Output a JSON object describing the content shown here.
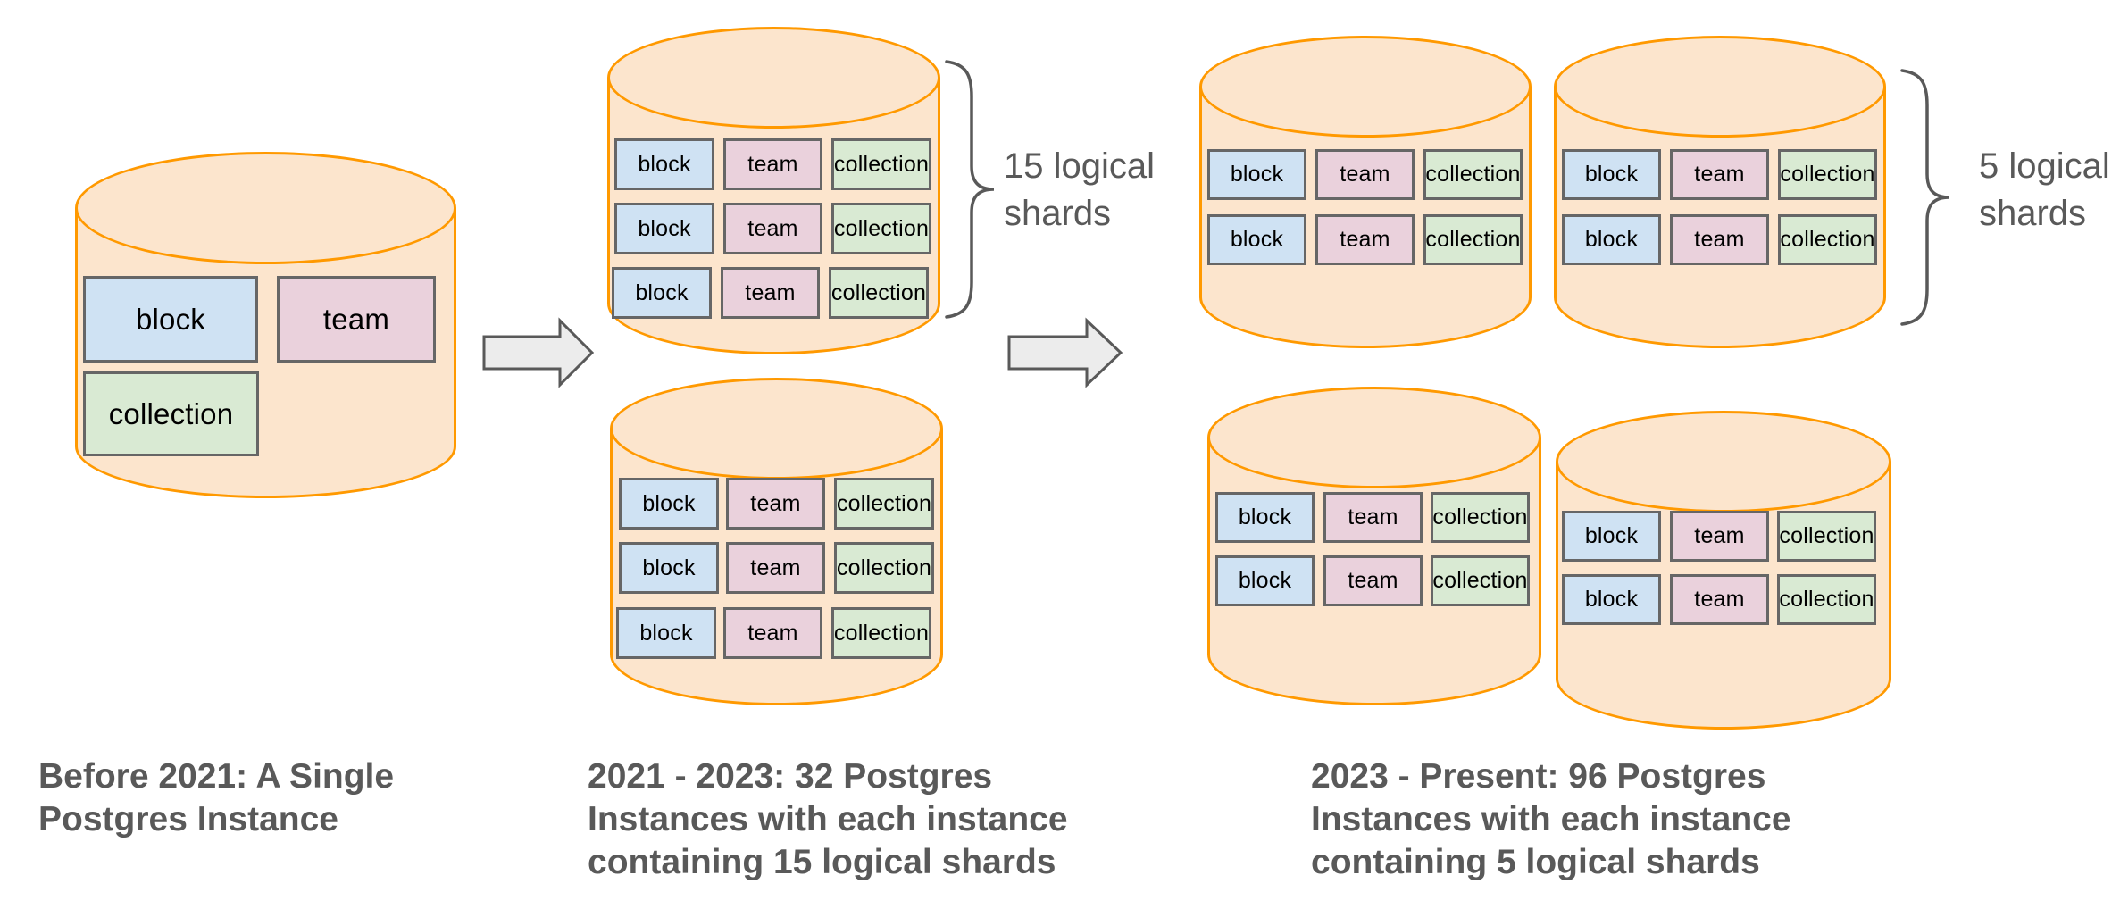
{
  "labels": {
    "block": "block",
    "team": "team",
    "collection": "collection"
  },
  "stage_before": {
    "caption": [
      "Before 2021: A Single",
      "Postgres Instance"
    ]
  },
  "stage_2021_2023": {
    "caption": [
      "2021 - 2023: 32 Postgres",
      "Instances with each instance",
      "containing 15 logical shards"
    ],
    "brace_label": [
      "15 logical",
      "shards"
    ]
  },
  "stage_2023_present": {
    "caption": [
      "2023 - Present: 96 Postgres",
      "Instances with each instance",
      "containing 5 logical shards"
    ],
    "brace_label": [
      "5 logical",
      "shards"
    ]
  },
  "colors": {
    "cylinder_fill": "#fce5cd",
    "cylinder_border": "#ff9900",
    "block_fill": "#cfe2f3",
    "team_fill": "#ead1dc",
    "collection_fill": "#d9ead3",
    "box_border": "#666666",
    "box_text": "#000000",
    "arrow_fill": "#ececec",
    "arrow_border": "#595959",
    "text_gray": "#595959"
  }
}
